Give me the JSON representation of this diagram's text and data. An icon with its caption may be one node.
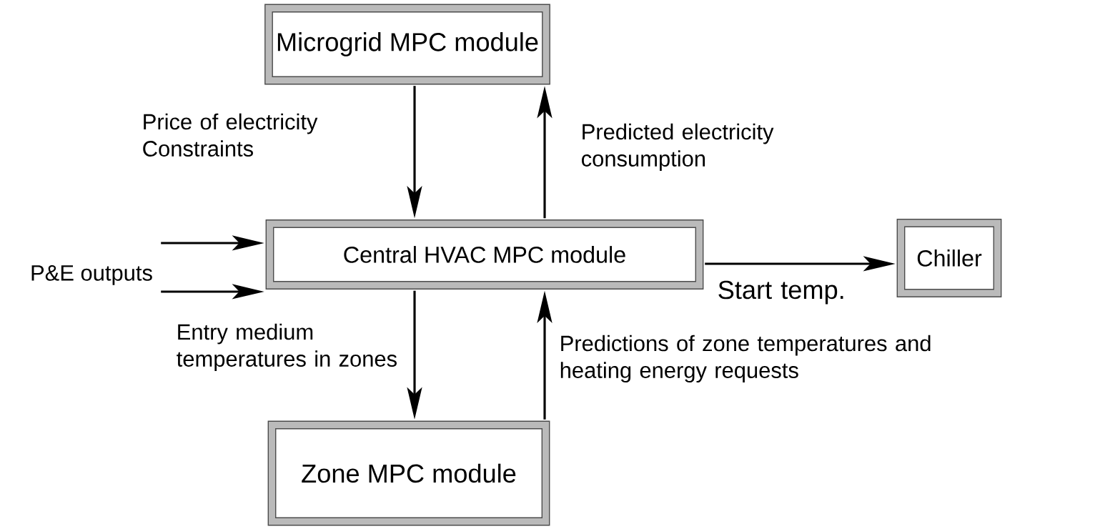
{
  "diagram": {
    "nodes": [
      {
        "text": [
          "Microgrid MPC module"
        ]
      },
      {
        "text": [
          "Central HVAC MPC module"
        ]
      },
      {
        "text": [
          "Chiller"
        ]
      },
      {
        "text": [
          "Zone MPC module"
        ]
      },
      {
        "text": [
          "P&E outputs"
        ]
      }
    ],
    "edges": [
      {
        "from": 0,
        "to": 1,
        "arrow": "to",
        "label": "Price of electricity Constraints"
      },
      {
        "from": 1,
        "to": 0,
        "arrow": "to",
        "label": "Predicted electricity consumption"
      },
      {
        "from": 1,
        "to": 2,
        "arrow": "to",
        "label": "Start temp."
      },
      {
        "from": 1,
        "to": 3,
        "arrow": "to",
        "label": "Entry medium temperatures in zones"
      },
      {
        "from": 3,
        "to": 1,
        "arrow": "to",
        "label": "Predictions of zone temperatures and heating energy requests"
      },
      {
        "from": 4,
        "to": 1,
        "arrow": "to"
      },
      {
        "from": 4,
        "to": 1,
        "arrow": "to"
      }
    ]
  }
}
